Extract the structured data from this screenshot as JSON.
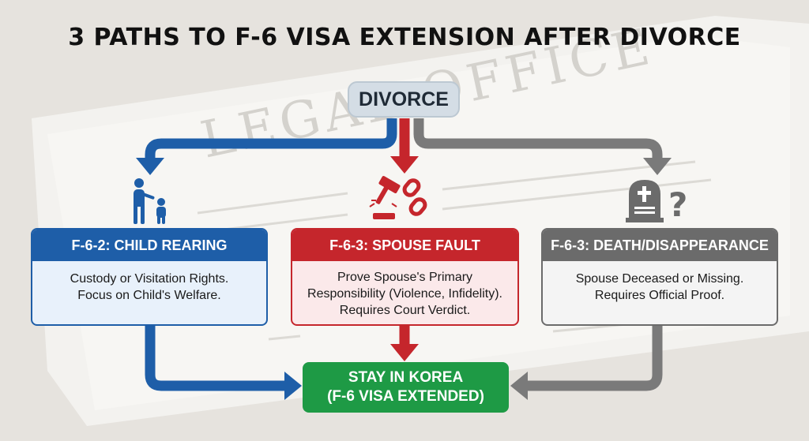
{
  "title": "3 PATHS TO F-6 VISA EXTENSION AFTER DIVORCE",
  "start_node": "DIVORCE",
  "paths": [
    {
      "header": "F-6-2: CHILD REARING",
      "body": "Custody or Visitation Rights.\nFocus on Child's Welfare.",
      "icon": "parent-child-icon",
      "color": "#1e5ea8"
    },
    {
      "header": "F-6-3: SPOUSE FAULT",
      "body": "Prove Spouse's Primary\nResponsibility (Violence, Infidelity).\nRequires Court Verdict.",
      "icon": "gavel-broken-chain-icon",
      "color": "#c5262c"
    },
    {
      "header": "F-6-3: DEATH/DISAPPEARANCE",
      "body": "Spouse Deceased or Missing.\nRequires Official Proof.",
      "icon": "tombstone-question-icon",
      "color": "#6b6b6b"
    }
  ],
  "result": {
    "line1": "STAY IN KOREA",
    "line2": "(F-6 VISA EXTENDED)",
    "color": "#1e9a45"
  },
  "background_document_text": "LEGAL OFFICE"
}
